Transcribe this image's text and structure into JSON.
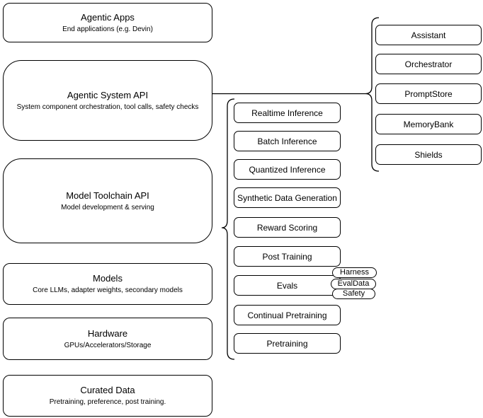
{
  "colors": {
    "stroke": "#000000",
    "background": "#ffffff",
    "box_fill": "#ffffff"
  },
  "left_column": [
    {
      "title": "Agentic Apps",
      "subtitle": "End applications (e.g. Devin)"
    },
    {
      "title": "Agentic System API",
      "subtitle": "System component orchestration, tool calls, safety checks"
    },
    {
      "title": "Model Toolchain API",
      "subtitle": "Model development & serving"
    },
    {
      "title": "Models",
      "subtitle": "Core LLMs, adapter weights, secondary models"
    },
    {
      "title": "Hardware",
      "subtitle": "GPUs/Accelerators/Storage"
    },
    {
      "title": "Curated Data",
      "subtitle": "Pretraining, preference, post training."
    }
  ],
  "toolchain_items": [
    "Realtime Inference",
    "Batch Inference",
    "Quantized Inference",
    "Synthetic Data Generation",
    "Reward Scoring",
    "Post Training",
    "Evals",
    "Continual Pretraining",
    "Pretraining"
  ],
  "agentic_items": [
    "Assistant",
    "Orchestrator",
    "PromptStore",
    "MemoryBank",
    "Shields"
  ],
  "eval_tags": [
    "Harness",
    "EvalData",
    "Safety"
  ]
}
